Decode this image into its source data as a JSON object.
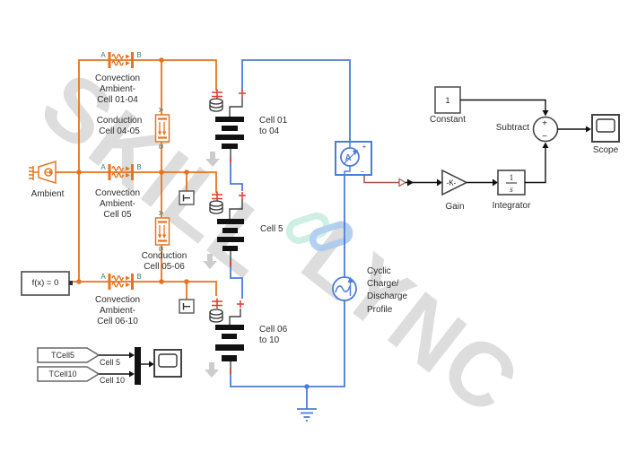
{
  "watermark": {
    "word1": "SKILL",
    "word2": "LYNC"
  },
  "colors": {
    "thermal_orange": "#E8731E",
    "electrical_blue": "#4D7CD7",
    "ps_signal_maroon": "#A4544C",
    "terminal_red": "#E0382C",
    "port_label_teal": "#3F7E74",
    "watermark_gray": "#DADADA",
    "signal_black": "#111111"
  },
  "thermal_network": {
    "ambient_label": "Ambient",
    "solver_block_text": "f(x) = 0",
    "port_a": "A",
    "port_b": "B",
    "convection_1_label": "Convection\nAmbient-\nCell 01-04",
    "conduction_1_label": "Conduction\nCell 04-05",
    "convection_2_label": "Convection\nAmbient-\nCell 05",
    "conduction_2_label": "Conduction\nCell 05-06",
    "convection_3_label": "Convection\nAmbient-\nCell 06-10"
  },
  "battery": {
    "group1_label": "Cell 01\nto 04",
    "cell5_label": "Cell 5",
    "group3_label": "Cell 06\nto 10"
  },
  "electrical": {
    "current_sensor_ammeter": "A",
    "current_sensor_plus": "+",
    "current_sensor_minus": "−",
    "cyclic_source_label": "Cyclic\nCharge/\nDischarge\nProfile"
  },
  "soc_branch": {
    "constant_value": "1",
    "constant_label": "Constant",
    "subtract_label": "Subtract",
    "sum_plus": "+",
    "sum_minus": "−",
    "gain_value": "-K-",
    "gain_label": "Gain",
    "integrator_numerator": "1",
    "integrator_denominator": "s",
    "integrator_label": "Integrator",
    "scope_label": "Scope"
  },
  "temperature_display": {
    "from_tag_1": "TCell5",
    "from_tag_2": "TCell10",
    "signal_1": "Cell 5",
    "signal_2": "Cell 10"
  }
}
